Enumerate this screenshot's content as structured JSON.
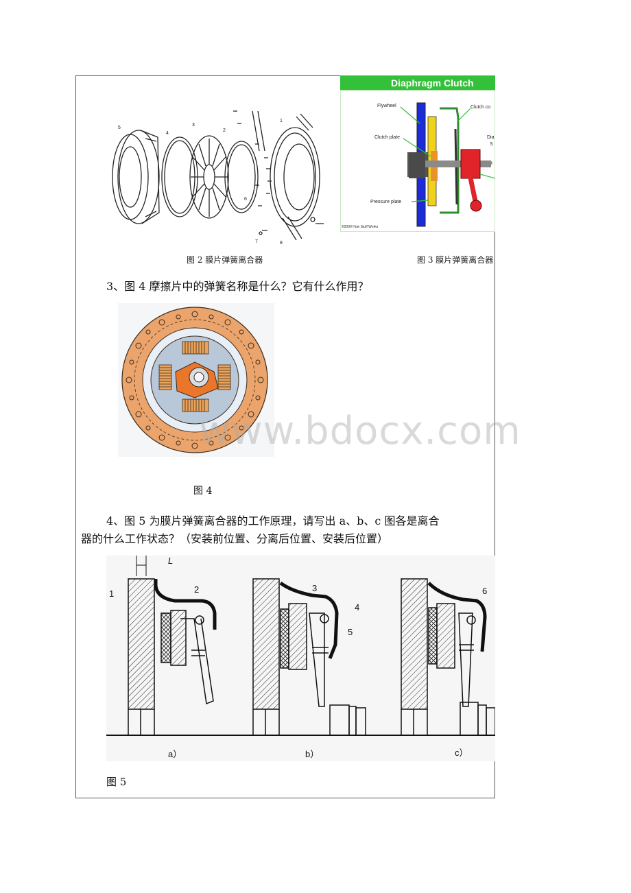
{
  "figure2": {
    "caption": "图 2  膜片弹簧离合器",
    "part_numbers": [
      "5",
      "4",
      "3",
      "2",
      "1",
      "6",
      "7",
      "8"
    ]
  },
  "figure3": {
    "banner": "Diaphragm Clutch",
    "labels": {
      "flywheel": "Flywheel",
      "clutch_cover": "Clutch co",
      "clutch_plate": "Clutch plate",
      "diaphragm": "Dia",
      "diaphragm_s": "S",
      "pressure_plate": "Pressure plate",
      "t": "t"
    },
    "copyright": "©2000 How Stuff Works",
    "caption": "图 3 膜片弹簧离合器",
    "colors": {
      "banner_green": "#33c13a",
      "flywheel_blue": "#1b2bd9",
      "pressure_yellow": "#f1d21b",
      "bearing_red": "#e0242a"
    }
  },
  "question3": "3、图 4 摩擦片中的弹簧名称是什么？它有什么作用？",
  "figure4": {
    "caption": "图 4",
    "colors": {
      "friction_ring": "#eba46c",
      "hub_orange": "#e9762a"
    }
  },
  "watermark": "www.bdocx.com",
  "question4": {
    "line1": "4、图 5 为膜片弹簧离合器的工作原理，请写出 a、b、c 图各是离合",
    "line2": "器的什么工作状态？（安装前位置、分离后位置、安装后位置）"
  },
  "figure5": {
    "dimension_label": "L",
    "part_numbers": [
      "1",
      "2",
      "3",
      "4",
      "5",
      "6"
    ],
    "sub_labels": [
      "a）",
      "b）",
      "c）"
    ],
    "caption": "图 5"
  }
}
